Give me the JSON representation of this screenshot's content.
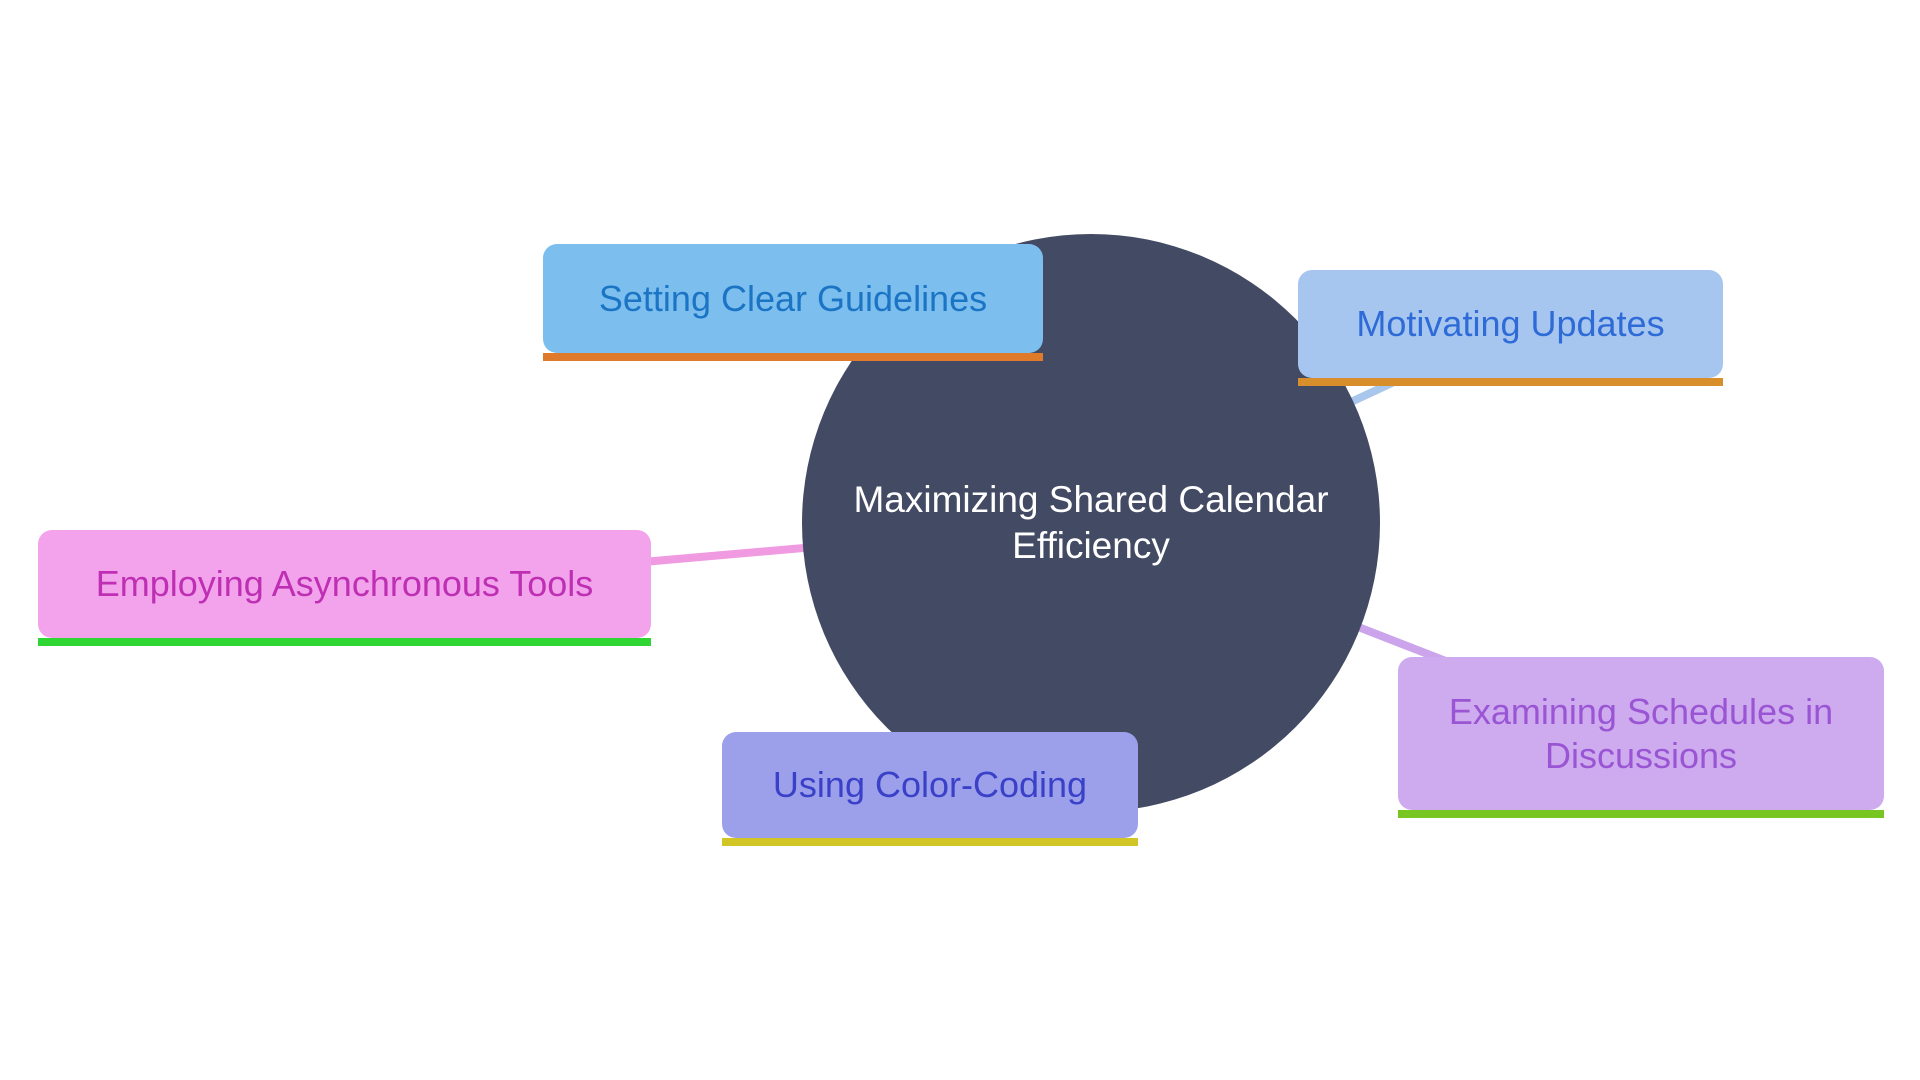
{
  "diagram": {
    "background_color": "#FFFFFF",
    "center": {
      "label": "Maximizing Shared Calendar Efficiency",
      "fill": "#434A63",
      "text_color": "#FFFFFF"
    },
    "nodes": [
      {
        "id": "setting-clear-guidelines",
        "label": "Setting Clear Guidelines",
        "fill": "#7CBFEF",
        "text_color": "#1B74C4",
        "underline_color": "#E07A2B",
        "connector_color": "#7CBFEF"
      },
      {
        "id": "motivating-updates",
        "label": "Motivating Updates",
        "fill": "#A6C6F0",
        "text_color": "#2E6BD6",
        "underline_color": "#D78E2B",
        "connector_color": "#A9C6EC"
      },
      {
        "id": "employing-asynchronous-tools",
        "label": "Employing Asynchronous Tools",
        "fill": "#F2A3EC",
        "text_color": "#BE2FB4",
        "underline_color": "#2FD533",
        "connector_color": "#F09AE2"
      },
      {
        "id": "using-color-coding",
        "label": "Using Color-Coding",
        "fill": "#9CA0EA",
        "text_color": "#3A41C8",
        "underline_color": "#D2C526",
        "connector_color": "#9CA0EA"
      },
      {
        "id": "examining-schedules-in-discussions",
        "label": "Examining Schedules in Discussions",
        "fill": "#CEABEE",
        "text_color": "#9A55D4",
        "underline_color": "#77C621",
        "connector_color": "#CBA4EB"
      }
    ]
  }
}
